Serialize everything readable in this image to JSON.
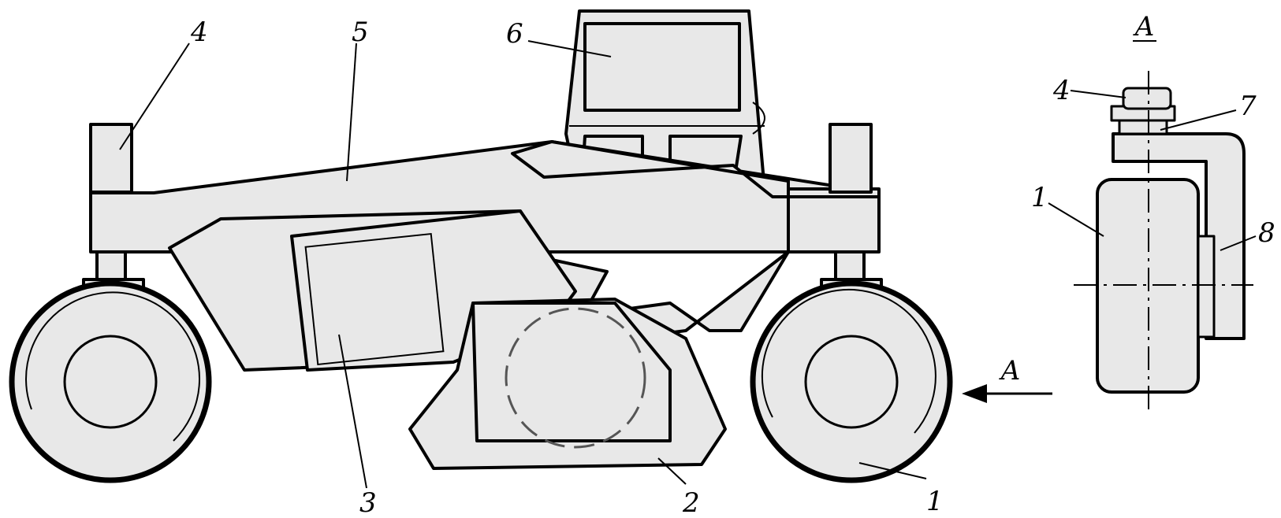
{
  "labels": {
    "wheel": "1",
    "track": "2",
    "hatch": "3",
    "pillar": "4",
    "frame": "5",
    "cab": "6",
    "bracket": "7",
    "arm": "8"
  },
  "view": {
    "title": "A",
    "arrow_label": "A"
  }
}
